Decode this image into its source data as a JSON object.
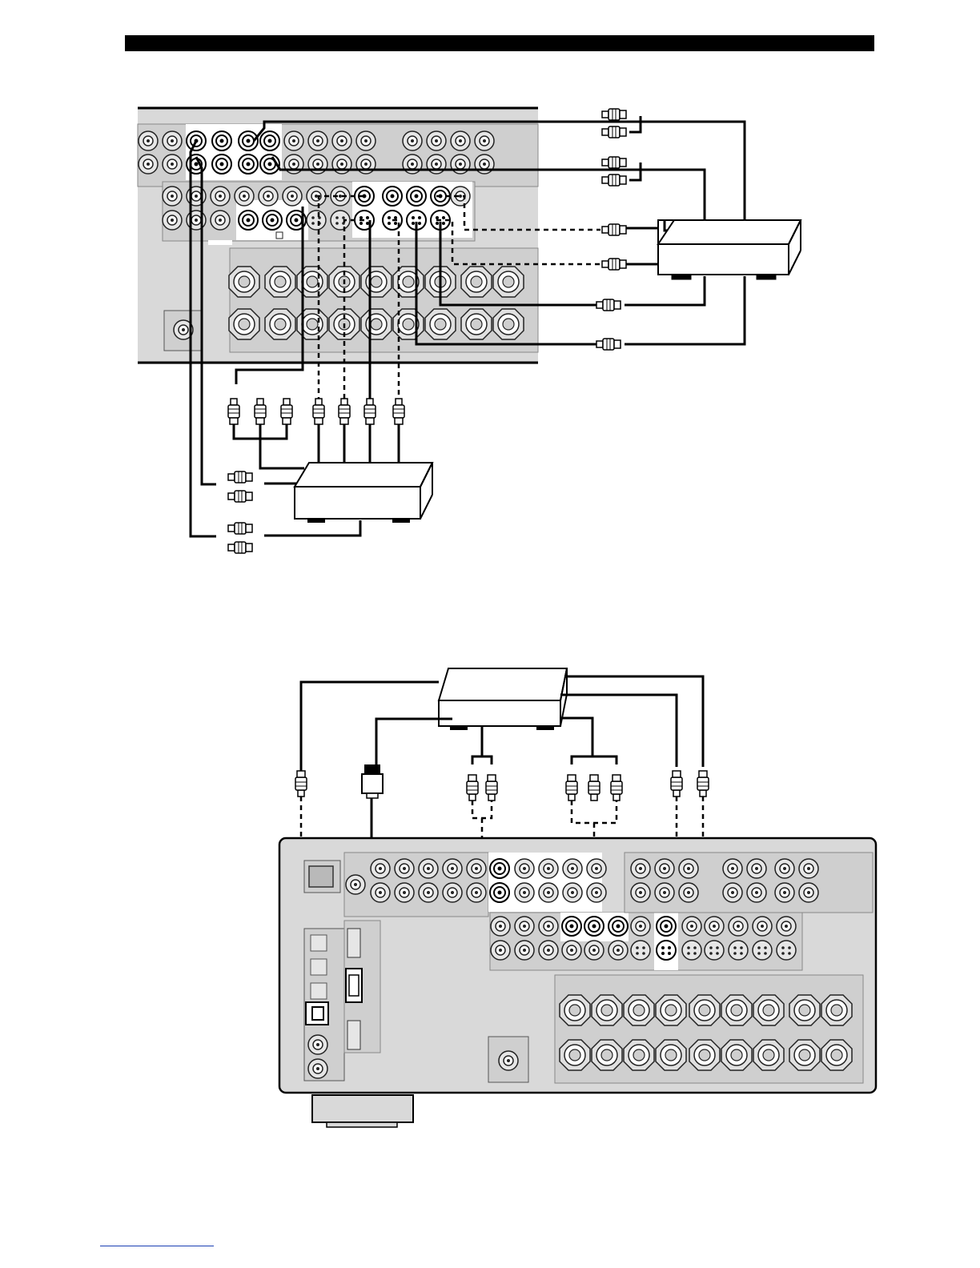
{
  "page": {
    "background": "#ffffff",
    "panel_fill": "#d9d9d9",
    "panel_inner_fill": "#c9c9c9",
    "cable_color": "#000000",
    "footer_line_color": "#1a3fb4"
  },
  "figures": [
    {
      "name": "upper-connection-figure",
      "devices": [
        {
          "name": "receiver-rear-panel",
          "icon": "rear-panel"
        },
        {
          "name": "external-device-right",
          "icon": "device-box"
        },
        {
          "name": "external-device-bottom",
          "icon": "device-box"
        }
      ],
      "plugs": [
        "stereo-rca-pair",
        "stereo-rca-pair",
        "video-plug",
        "video-plug",
        "s-video-plug",
        "s-video-plug",
        "component-rca-triple",
        "video-plug",
        "video-plug",
        "video-plug",
        "video-plug",
        "stereo-rca-pair",
        "stereo-rca-pair"
      ]
    },
    {
      "name": "lower-connection-figure",
      "devices": [
        {
          "name": "external-device-top",
          "icon": "device-box"
        },
        {
          "name": "receiver-rear-panel",
          "icon": "rear-panel"
        }
      ],
      "plugs": [
        "optical-plug",
        "hdmi-plug",
        "stereo-rca-pair",
        "component-rca-triple",
        "video-plug",
        "s-video-plug"
      ]
    }
  ]
}
